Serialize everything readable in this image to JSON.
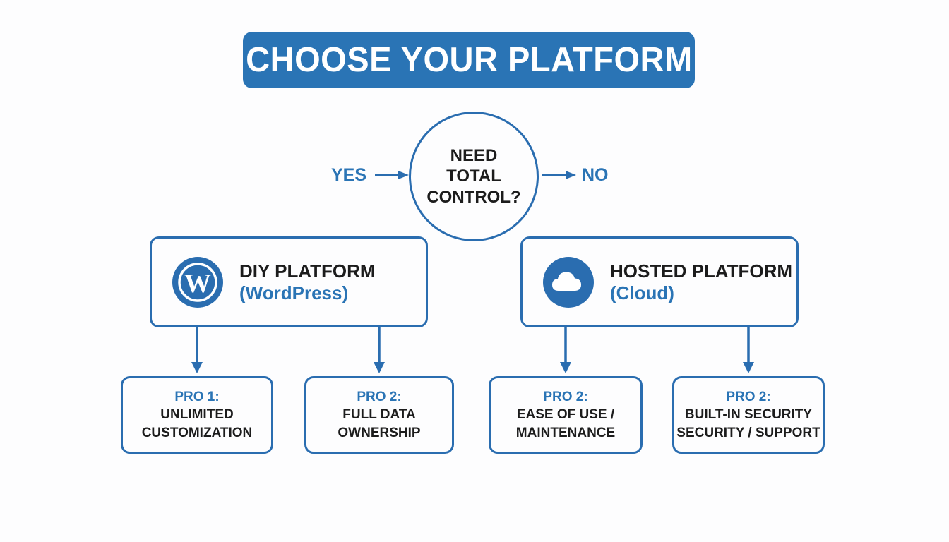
{
  "title": {
    "text": "CHOOSE YOUR PLATFORM"
  },
  "decision": {
    "lines": [
      "NEED",
      "TOTAL",
      "CONTROL?"
    ],
    "yes_label": "YES",
    "no_label": "NO"
  },
  "platforms": [
    {
      "icon": "wordpress-logo-icon",
      "title": "DIY PLATFORM",
      "subtitle": "(WordPress)"
    },
    {
      "icon": "cloud-icon",
      "title": "HOSTED PLATFORM",
      "subtitle": "(Cloud)"
    }
  ],
  "pros": [
    {
      "head": "PRO 1:",
      "lines": [
        "UNLIMITED",
        "CUSTOMIZATION"
      ]
    },
    {
      "head": "PRO 2:",
      "lines": [
        "FULL DATA",
        "OWNERSHIP"
      ]
    },
    {
      "head": "PRO 2:",
      "lines": [
        "EASE OF USE /",
        "MAINTENANCE"
      ]
    },
    {
      "head": "PRO 2:",
      "lines": [
        "BUILT-IN SECURITY",
        "SECURITY / SUPPORT"
      ]
    }
  ],
  "colors": {
    "brand_blue": "#2a74b5",
    "border_blue": "#2a6db0",
    "text_dark": "#1c1c1c",
    "background": "#fdfdfe"
  }
}
